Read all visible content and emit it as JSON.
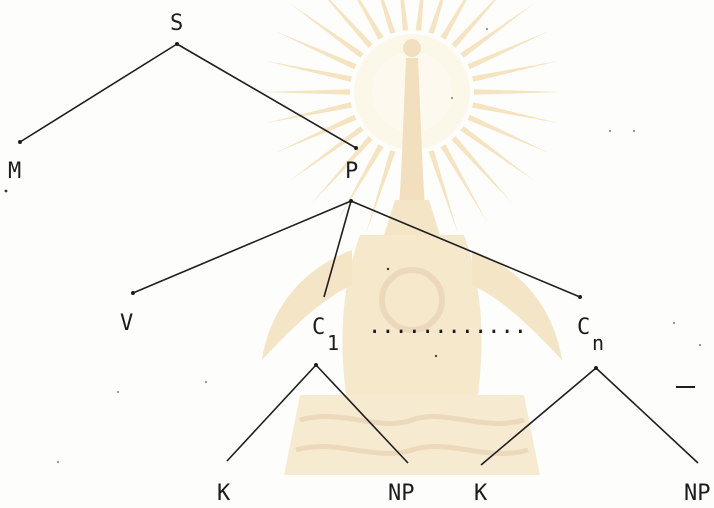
{
  "emblem": {
    "icon": "royal-emblem-watermark-icon",
    "color": "#e8b04a",
    "glow_color": "#f6d98a"
  },
  "tree": {
    "nodes": {
      "S": {
        "label": "S"
      },
      "M": {
        "label": "M"
      },
      "P": {
        "label": "P"
      },
      "V": {
        "label": "V"
      },
      "C1": {
        "label": "C",
        "subscript": "1"
      },
      "Cn": {
        "label": "C",
        "subscript": "n"
      },
      "K1": {
        "label": "K"
      },
      "NP1": {
        "label": "NP"
      },
      "K2": {
        "label": "K"
      },
      "NP2": {
        "label": "NP"
      }
    },
    "edges": [
      [
        "S",
        "M"
      ],
      [
        "S",
        "P"
      ],
      [
        "P",
        "V"
      ],
      [
        "P",
        "C1"
      ],
      [
        "P",
        "Cn"
      ],
      [
        "C1",
        "K1"
      ],
      [
        "C1",
        "NP1"
      ],
      [
        "Cn",
        "K2"
      ],
      [
        "Cn",
        "NP2"
      ]
    ],
    "ellipsis": "............"
  }
}
